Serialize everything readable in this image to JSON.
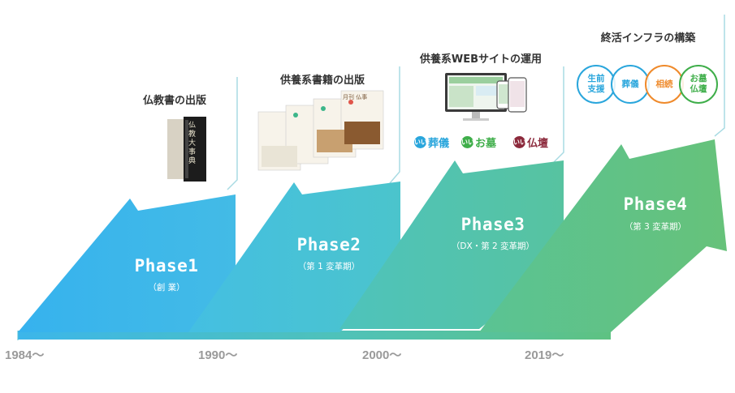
{
  "phases": [
    {
      "title": "Phase1",
      "subtitle": "（創 業）",
      "color": "#3cb6ea"
    },
    {
      "title": "Phase2",
      "subtitle": "（第 1 変革期）",
      "color": "#47c1d7"
    },
    {
      "title": "Phase3",
      "subtitle": "（DX・第 2 変革期）",
      "color": "#55c2a6"
    },
    {
      "title": "Phase4",
      "subtitle": "（第 3 変革期）",
      "color": "#5ec282"
    }
  ],
  "years": [
    "1984〜",
    "1990〜",
    "2000〜",
    "2019〜"
  ],
  "sections": [
    {
      "heading": "仏教書の出版",
      "book_spine": "仏教大事典"
    },
    {
      "heading": "供養系書籍の出版",
      "magazine_title": "月刊 仏事"
    },
    {
      "heading": "供養系WEBサイトの運用",
      "brands": [
        {
          "badge": "いい",
          "label": "葬儀",
          "color": "#2aa6dc"
        },
        {
          "badge": "いい",
          "label": "お墓",
          "color": "#3fae4a"
        },
        {
          "badge": "いい",
          "label": "仏壇",
          "color": "#8c2a3c"
        }
      ]
    },
    {
      "heading": "終活インフラの構築",
      "circles": [
        {
          "label": "生前\n支援",
          "color": "#2aa6dc"
        },
        {
          "label": "葬儀",
          "color": "#2aa6dc"
        },
        {
          "label": "相続",
          "color": "#ef8a2b"
        },
        {
          "label": "お墓\n仏壇",
          "color": "#3fae4a"
        }
      ]
    }
  ],
  "colors": {
    "baseline": "#55c0d4",
    "year_text": "#9a9a9a",
    "frame_line": "#a9dbe3"
  }
}
